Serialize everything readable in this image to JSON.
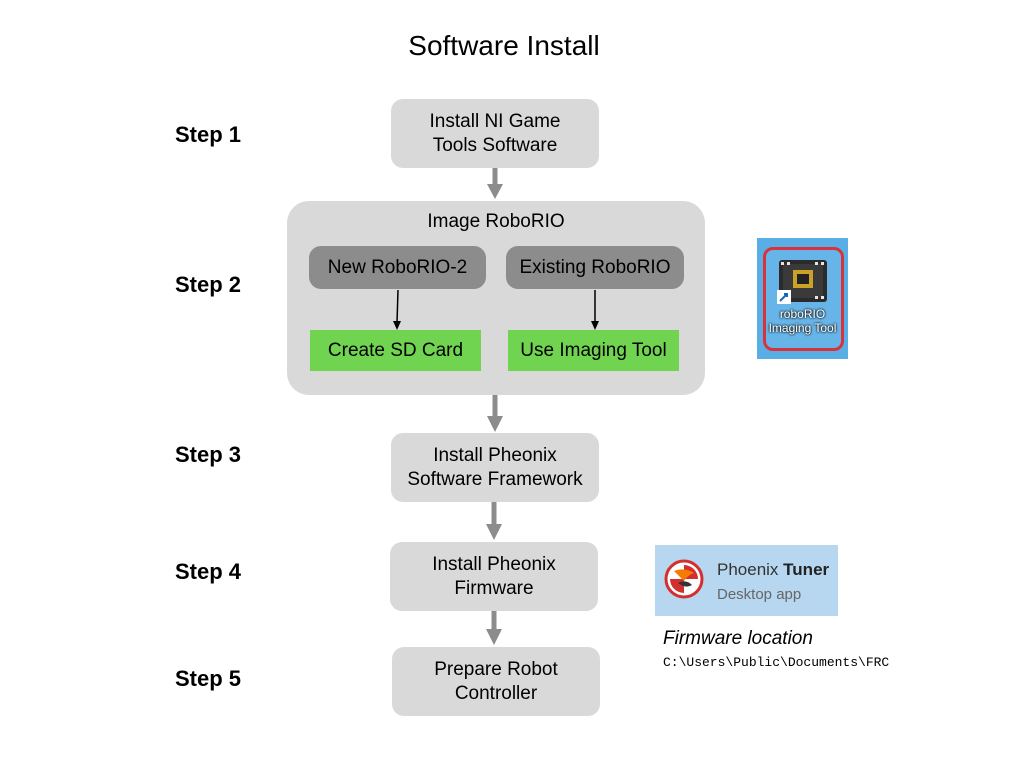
{
  "title": "Software Install",
  "steps": [
    "Step 1",
    "Step 2",
    "Step 3",
    "Step 4",
    "Step 5"
  ],
  "boxes": {
    "install_ni": "Install NI Game Tools Software",
    "install_framework": "Install Pheonix Software Framework",
    "install_firmware": "Install Pheonix Firmware",
    "prepare_controller": "Prepare Robot Controller"
  },
  "image_group": {
    "title": "Image RoboRIO",
    "new": "New RoboRIO-2",
    "existing": "Existing RoboRIO",
    "create_sd": "Create SD Card",
    "use_tool": "Use Imaging Tool"
  },
  "imaging_icon": {
    "label_line1": "roboRIO",
    "label_line2": "Imaging Tool",
    "icon": "roborio-board-icon"
  },
  "tuner_app": {
    "name": "Phoenix",
    "name_bold": "Tuner",
    "subtitle": "Desktop app",
    "icon": "phoenix-logo-icon"
  },
  "firmware": {
    "label": "Firmware location",
    "path": "C:\\Users\\Public\\Documents\\FRC"
  },
  "colors": {
    "box": "#d9d9d9",
    "pill": "#8c8c8c",
    "green": "#71d451",
    "arrow": "#8c8c8c"
  }
}
